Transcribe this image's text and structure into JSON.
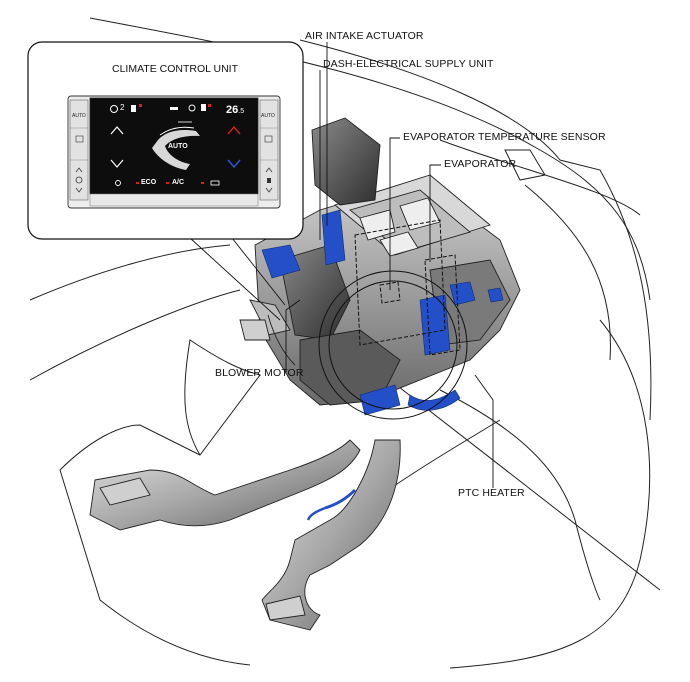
{
  "inset": {
    "title": "CLIMATE CONTROL UNIT",
    "panel": {
      "fan_speed": "2",
      "temperature": "26",
      "temperature_decimal": ".5",
      "mode": "AUTO",
      "left_auto_button": "AUTO",
      "right_auto_button": "AUTO",
      "eco": "ECO",
      "ac": "A/C"
    }
  },
  "callouts": {
    "air_intake_actuator": "AIR INTAKE ACTUATOR",
    "dash_electrical_supply_unit": "DASH-ELECTRICAL SUPPLY UNIT",
    "evaporator_temperature_sensor": "EVAPORATOR TEMPERATURE SENSOR",
    "evaporator": "EVAPORATOR",
    "blower_motor": "BLOWER MOTOR",
    "ptc_heater": "PTC HEATER"
  },
  "colors": {
    "line": "#111111",
    "component_gray": "#9a9a9a",
    "component_dark": "#4a4a4a",
    "highlight_blue": "#2350c8",
    "panel_screen": "#0d0d0d",
    "panel_frame": "#e6e6e6",
    "heat_red": "#d42020",
    "cool_blue": "#2a5ad8"
  }
}
